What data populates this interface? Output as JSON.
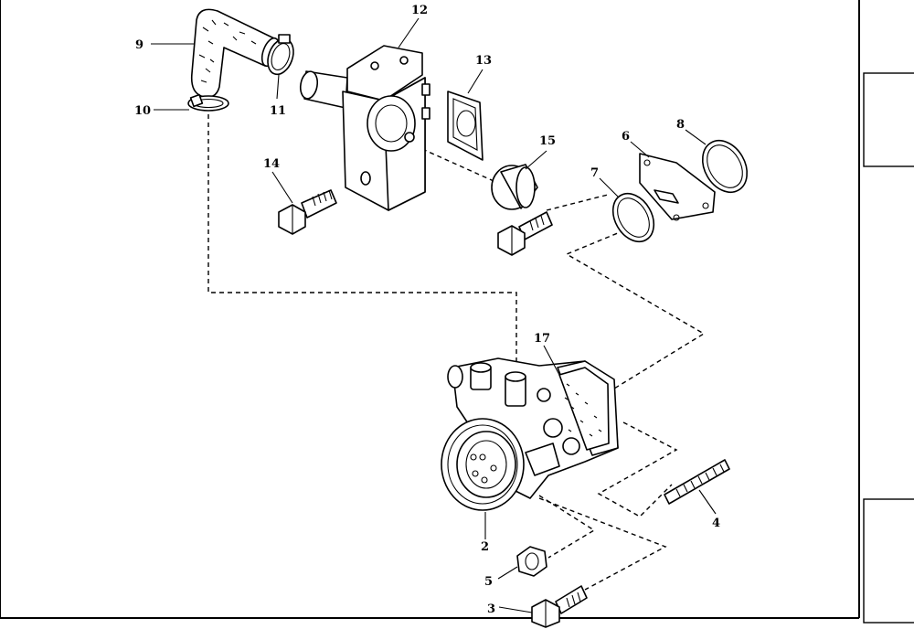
{
  "diagram": {
    "callouts": [
      {
        "key": "hose",
        "number": "9"
      },
      {
        "key": "hose_clamp_lower",
        "number": "10"
      },
      {
        "key": "hose_clamp_upper",
        "number": "11"
      },
      {
        "key": "thermostat_housing",
        "number": "12"
      },
      {
        "key": "housing_gasket",
        "number": "13"
      },
      {
        "key": "housing_bolt",
        "number": "14"
      },
      {
        "key": "rubber_grommet",
        "number": "15"
      },
      {
        "key": "cover_plate",
        "number": "6"
      },
      {
        "key": "o_ring_small",
        "number": "7"
      },
      {
        "key": "o_ring_large",
        "number": "8"
      },
      {
        "key": "pump_gasket",
        "number": "17"
      },
      {
        "key": "water_pump",
        "number": "2"
      },
      {
        "key": "stud",
        "number": "4"
      },
      {
        "key": "nut",
        "number": "5"
      },
      {
        "key": "pump_bolt",
        "number": "3"
      }
    ]
  }
}
